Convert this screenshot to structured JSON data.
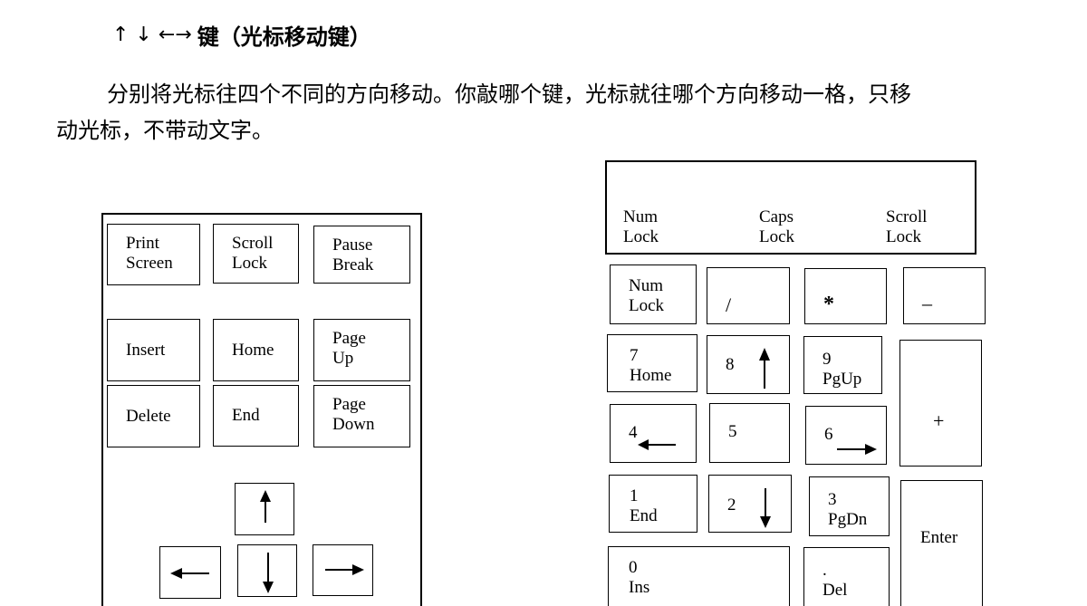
{
  "heading": {
    "arrows": "↑ ↓ ←→",
    "text": "键（光标移动键）"
  },
  "paragraph": {
    "line1": "分别将光标往四个不同的方向移动。你敲哪个键，光标就往哪个方向移动一格，只移",
    "line2": "动光标，不带动文字。"
  },
  "nav_keys": {
    "print_screen": "Print\nScreen",
    "scroll_lock": "Scroll\nLock",
    "pause_break": "Pause\nBreak",
    "insert": "Insert",
    "home": "Home",
    "page_up": "Page\nUp",
    "delete": "Delete",
    "end": "End",
    "page_down": "Page\nDown"
  },
  "indicators": {
    "num_lock": "Num\nLock",
    "caps_lock": "Caps\nLock",
    "scroll_lock": "Scroll\nLock"
  },
  "numpad": {
    "num_lock": "Num\nLock",
    "divide": "/",
    "multiply": "*",
    "minus": "–",
    "k7": "7\nHome",
    "k8": "8",
    "k9": "9\nPgUp",
    "plus": "+",
    "k4": "4",
    "k5": "5",
    "k6": "6",
    "k1": "1\nEnd",
    "k2": "2",
    "k3": "3\nPgDn",
    "enter": "Enter",
    "k0": "0\nIns",
    "dot": ".\nDel"
  }
}
